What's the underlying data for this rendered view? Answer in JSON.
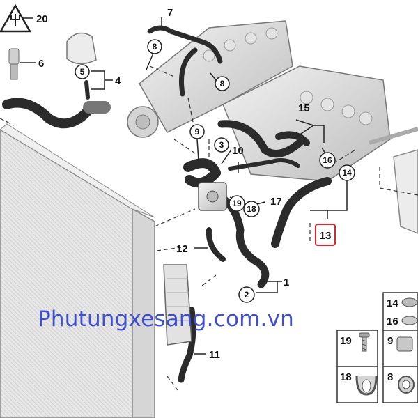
{
  "watermark": "Phutungxesang.com.vn",
  "callouts": {
    "c1": "1",
    "c2": "2",
    "c3": "3",
    "c4": "4",
    "c5": "5",
    "c6": "6",
    "c7": "7",
    "c8a": "8",
    "c8b": "8",
    "c9": "9",
    "c10": "10",
    "c11": "11",
    "c12": "12",
    "c13": "13",
    "c14": "14",
    "c15": "15",
    "c16": "16",
    "c17": "17",
    "c18": "18",
    "c19": "19",
    "c20": "20"
  },
  "legend": {
    "l14": "14",
    "l16": "16",
    "l19": "19",
    "l9": "9",
    "l18": "18",
    "l8": "8"
  },
  "colors": {
    "highlight": "#d8262e",
    "hose": "#2b2b2b",
    "part": "#c9c9c9",
    "outline": "#555555"
  }
}
